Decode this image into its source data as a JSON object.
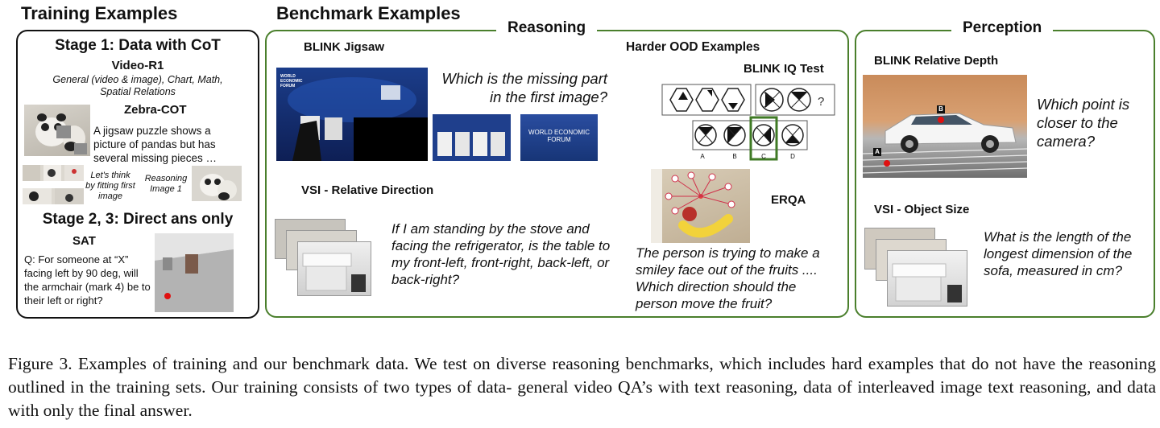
{
  "headings": {
    "training": "Training Examples",
    "benchmark": "Benchmark Examples"
  },
  "training": {
    "stage1": "Stage 1: Data with CoT",
    "video_r1": "Video-R1",
    "video_r1_desc": "General (video & image), Chart, Math, Spatial Relations",
    "zebra_cot": "Zebra-COT",
    "zebra_text": "A jigsaw puzzle shows a picture of pandas but has several missing pieces …",
    "lets_think": "Let's think by fitting first image",
    "reasoning_image": "Reasoning Image 1",
    "stage23": "Stage 2, 3:  Direct ans only",
    "sat": "SAT",
    "sat_q": "Q: For someone at “X” facing left by 90 deg, will the armchair (mark 4) be to their left or right?"
  },
  "reasoning": {
    "title": "Reasoning",
    "blink_jigsaw": "BLINK Jigsaw",
    "jigsaw_q": "Which is the missing part in the first image?",
    "wef_text": "WORLD ECONOMIC FORUM",
    "vsi_dir": "VSI - Relative Direction",
    "vsi_dir_q": "If I am standing by the stove and facing the refrigerator, is the table to my front-left, front-right, back-left, or back-right?",
    "harder_ood": "Harder OOD Examples",
    "blink_iq": "BLINK IQ Test",
    "iq_qmark": "?",
    "iq_labels": [
      "A",
      "B",
      "C",
      "D"
    ],
    "erqa": "ERQA",
    "erqa_q": "The person is trying to make a smiley face out of the fruits .... Which direction should the person move the fruit?"
  },
  "perception": {
    "title": "Perception",
    "blink_depth": "BLINK Relative Depth",
    "depth_q": "Which point is closer to the camera?",
    "point_a": "A",
    "point_b": "B",
    "vsi_size": "VSI - Object Size",
    "size_q": "What is the length of the longest dimension of the sofa, measured in cm?"
  },
  "caption": "Figure 3. Examples of training and our benchmark data. We test on diverse reasoning benchmarks, which includes hard examples that do not have the reasoning outlined in the training sets. Our training consists of two types of data- general video QA’s with text reasoning, data of interleaved image text reasoning, and data with only the final answer.",
  "colors": {
    "green": "#4a7f2c",
    "black": "#111111"
  }
}
